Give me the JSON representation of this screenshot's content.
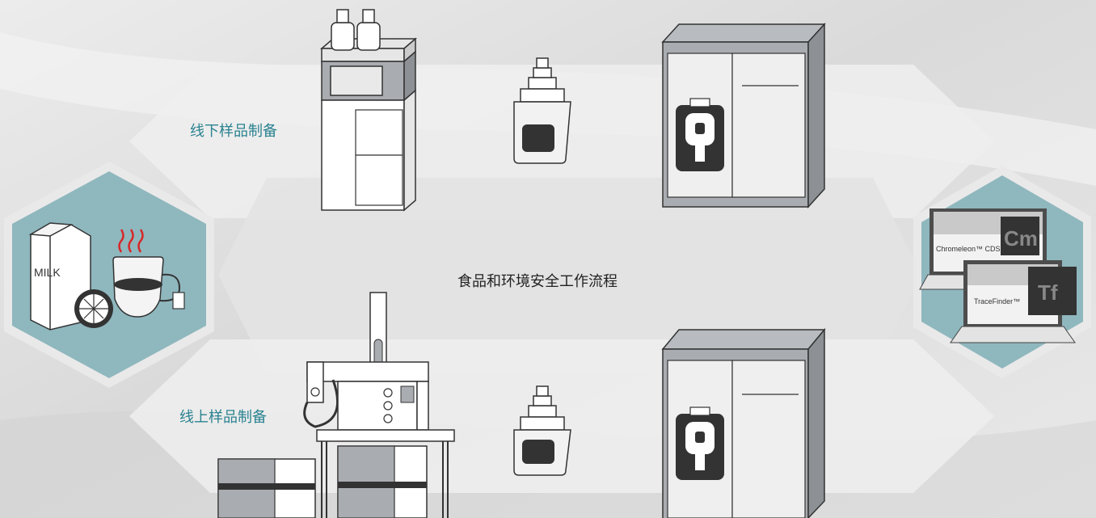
{
  "diagram": {
    "center_title": "食品和环境安全工作流程",
    "offline_label": "线下样品制备",
    "online_label": "线上样品制备",
    "milk_label": "MILK",
    "software": [
      {
        "name": "Chromeleon™ CDS",
        "badge": "Cm"
      },
      {
        "name": "TraceFinder™",
        "badge": "Tf"
      }
    ],
    "colors": {
      "accent_teal": "#2a8391",
      "hex_teal": "#8fb7be",
      "band": "#ededed",
      "instrument_gray": "#a9adb1",
      "outline": "#333333"
    },
    "icons": [
      "milk-carton-icon",
      "tea-cup-icon",
      "lemon-icon",
      "lc-instrument-icon",
      "ms-instrument-icon",
      "ion-source-icon",
      "autosampler-icon",
      "laptop-icon"
    ]
  }
}
